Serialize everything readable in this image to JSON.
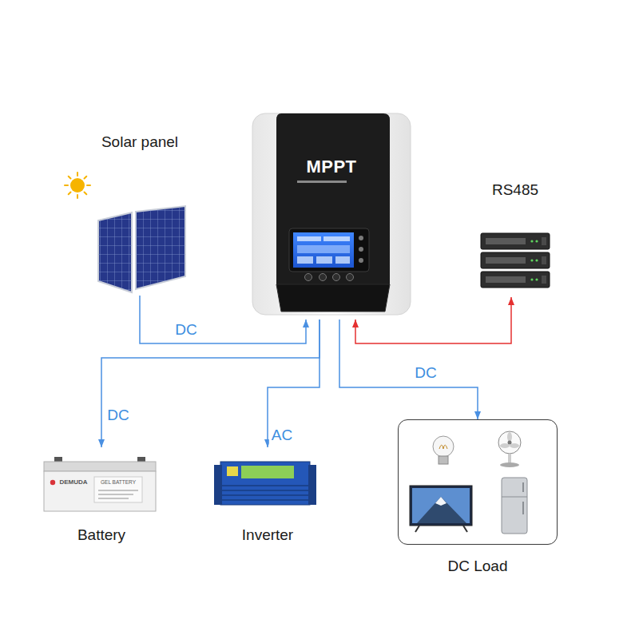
{
  "diagram": {
    "nodes": [
      {
        "text": [
          "Solar panel"
        ]
      },
      {
        "text": [
          "MPPT"
        ]
      },
      {
        "text": [
          "RS485"
        ]
      },
      {
        "text": [
          "Battery"
        ]
      },
      {
        "text": [
          "Inverter"
        ]
      },
      {
        "text": [
          "DC Load"
        ]
      }
    ],
    "edges": [
      {
        "from": 0,
        "to": 1,
        "label": "DC",
        "arrow": "to"
      },
      {
        "from": 1,
        "to": 3,
        "label": "DC",
        "arrow": "to"
      },
      {
        "from": 1,
        "to": 4,
        "label": "AC",
        "arrow": "to"
      },
      {
        "from": 1,
        "to": 5,
        "label": "DC",
        "arrow": "to"
      },
      {
        "from": 1,
        "to": 2,
        "arrow": "both"
      }
    ],
    "labels": [
      "DEMUDA",
      "GEL BATTERY"
    ]
  }
}
